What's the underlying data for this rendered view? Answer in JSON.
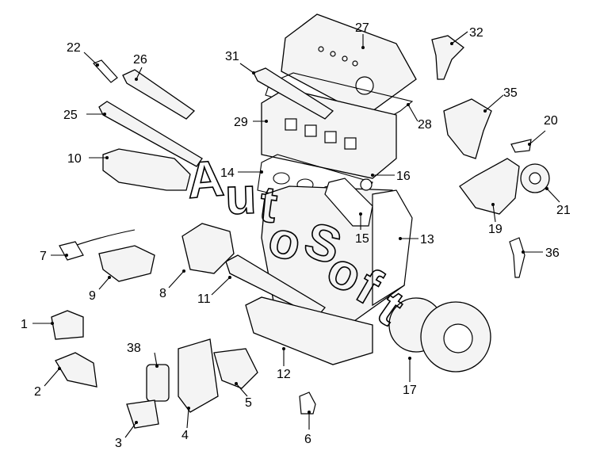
{
  "watermark": {
    "letters": [
      "A",
      "u",
      "t",
      "o",
      "S",
      "o",
      "f",
      "t"
    ]
  },
  "callouts": {
    "c1": "1",
    "c2": "2",
    "c3": "3",
    "c4": "4",
    "c5": "5",
    "c6": "6",
    "c7": "7",
    "c8": "8",
    "c9": "9",
    "c10": "10",
    "c11": "11",
    "c12": "12",
    "c13": "13",
    "c14": "14",
    "c15": "15",
    "c16": "16",
    "c17": "17",
    "c19": "19",
    "c20": "20",
    "c21": "21",
    "c22": "22",
    "c25": "25",
    "c26": "26",
    "c27": "27",
    "c28": "28",
    "c29": "29",
    "c31": "31",
    "c32": "32",
    "c35": "35",
    "c36": "36",
    "c38": "38"
  }
}
